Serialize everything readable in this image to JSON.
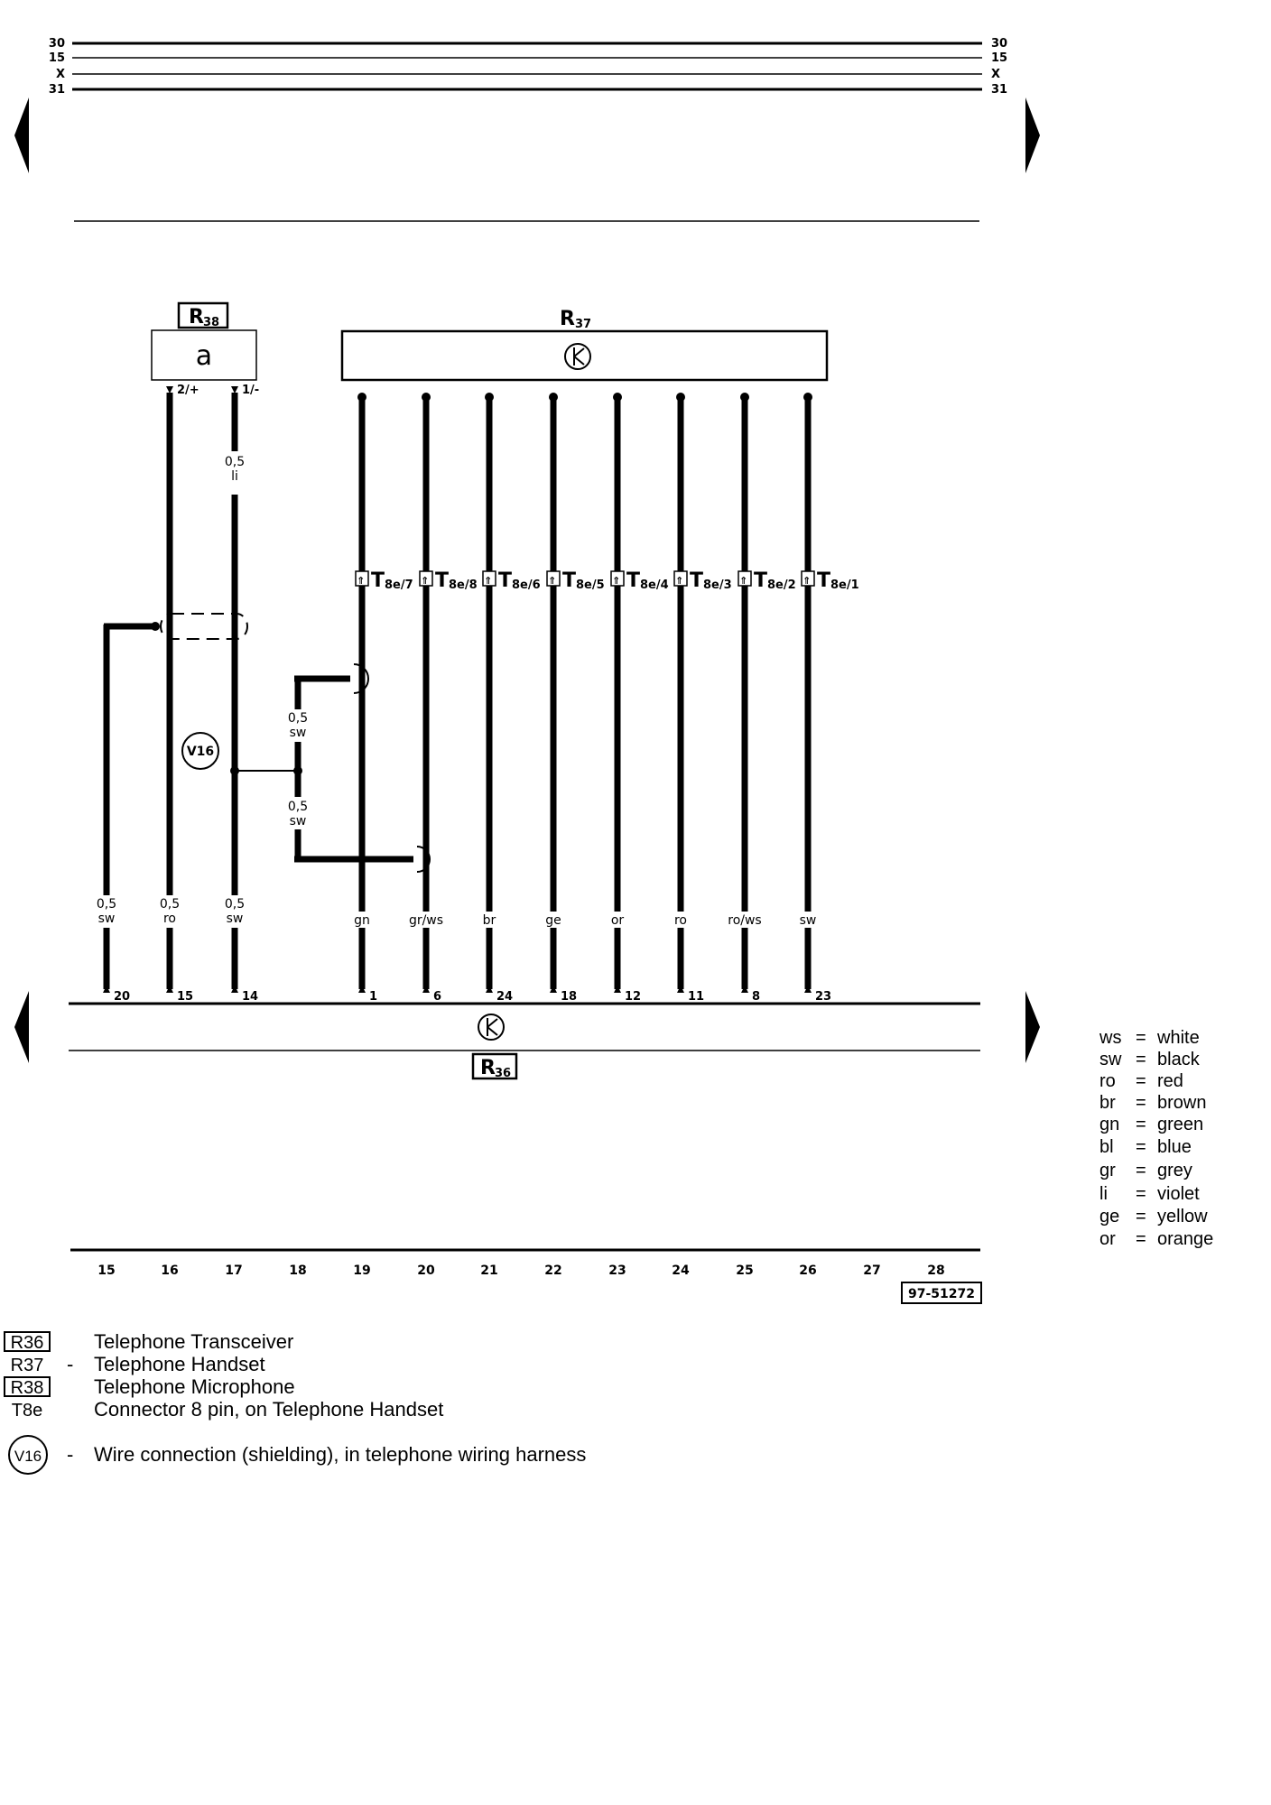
{
  "rails": [
    "30",
    "15",
    "X",
    "31"
  ],
  "components": {
    "r38": {
      "code": "R",
      "sub": "38",
      "symbol": "a"
    },
    "r37": {
      "code": "R",
      "sub": "37"
    },
    "r36": {
      "code": "R",
      "sub": "36"
    },
    "v16": {
      "label": "V16"
    }
  },
  "r38_pins": [
    "2/+",
    "1/-"
  ],
  "upper_wires": [
    {
      "size": "0,5",
      "color": "li"
    },
    {
      "size": "0,5",
      "color": "sw"
    },
    {
      "size": "0,5",
      "color": "sw"
    }
  ],
  "connectors": [
    {
      "T": "T",
      "pin": "8e/7"
    },
    {
      "T": "T",
      "pin": "8e/8"
    },
    {
      "T": "T",
      "pin": "8e/6"
    },
    {
      "T": "T",
      "pin": "8e/5"
    },
    {
      "T": "T",
      "pin": "8e/4"
    },
    {
      "T": "T",
      "pin": "8e/3"
    },
    {
      "T": "T",
      "pin": "8e/2"
    },
    {
      "T": "T",
      "pin": "8e/1"
    }
  ],
  "bottom_wires": [
    {
      "size": "0,5",
      "color": "sw",
      "pin": "20"
    },
    {
      "size": "0,5",
      "color": "ro",
      "pin": "15"
    },
    {
      "size": "0,5",
      "color": "sw",
      "pin": "14"
    },
    {
      "size": "",
      "color": "gn",
      "pin": "1"
    },
    {
      "size": "",
      "color": "gr/ws",
      "pin": "6"
    },
    {
      "size": "",
      "color": "br",
      "pin": "24"
    },
    {
      "size": "",
      "color": "ge",
      "pin": "18"
    },
    {
      "size": "",
      "color": "or",
      "pin": "12"
    },
    {
      "size": "",
      "color": "ro",
      "pin": "11"
    },
    {
      "size": "",
      "color": "ro/ws",
      "pin": "8"
    },
    {
      "size": "",
      "color": "sw",
      "pin": "23"
    }
  ],
  "track_numbers": [
    "15",
    "16",
    "17",
    "18",
    "19",
    "20",
    "21",
    "22",
    "23",
    "24",
    "25",
    "26",
    "27",
    "28"
  ],
  "drawing_number": "97-51272",
  "color_key": [
    {
      "abbr": "ws",
      "name": "white"
    },
    {
      "abbr": "sw",
      "name": "black"
    },
    {
      "abbr": "ro",
      "name": "red"
    },
    {
      "abbr": "br",
      "name": "brown"
    },
    {
      "abbr": "gn",
      "name": "green"
    },
    {
      "abbr": "bl",
      "name": "blue"
    },
    {
      "abbr": "gr",
      "name": "grey"
    },
    {
      "abbr": "li",
      "name": "violet"
    },
    {
      "abbr": "ge",
      "name": "yellow"
    },
    {
      "abbr": "or",
      "name": "orange"
    }
  ],
  "legend": [
    {
      "code": "R36",
      "boxed": true,
      "dash": "",
      "text": "Telephone Transceiver"
    },
    {
      "code": "R37",
      "boxed": false,
      "dash": "-",
      "text": "Telephone Handset"
    },
    {
      "code": "R38",
      "boxed": true,
      "dash": "",
      "text": "Telephone Microphone"
    },
    {
      "code": "T8e",
      "boxed": false,
      "dash": "",
      "text": "Connector 8 pin, on Telephone Handset"
    },
    {
      "code": "V16",
      "circled": true,
      "dash": "-",
      "text": "Wire connection (shielding), in telephone wiring harness"
    }
  ]
}
